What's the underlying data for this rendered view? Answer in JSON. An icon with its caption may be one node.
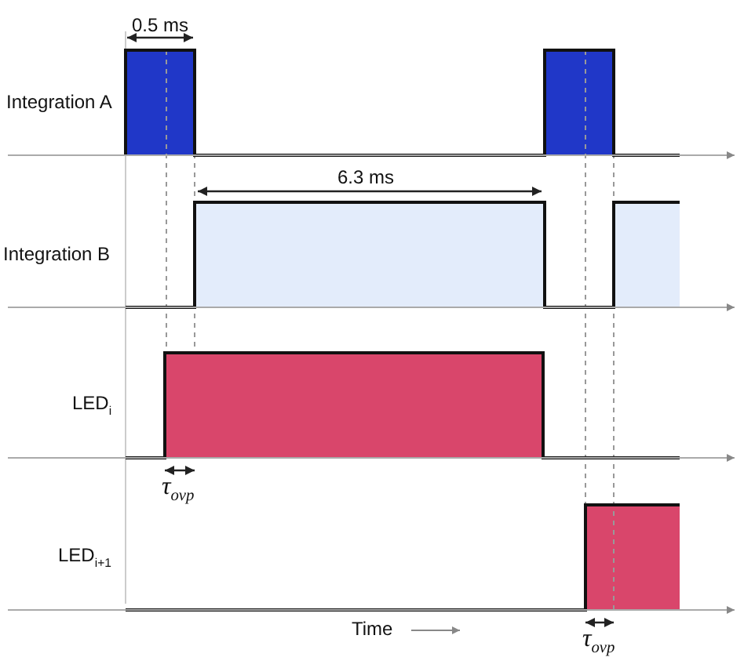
{
  "diagram": {
    "labels": [
      "0.5 ms",
      "Integration A",
      "6.3 ms",
      "Integration B",
      "LED$_{i}$",
      "τ$_{ovp}$",
      "LED$_{i+1}$",
      "Time",
      "τ$_{ovp}$"
    ]
  }
}
